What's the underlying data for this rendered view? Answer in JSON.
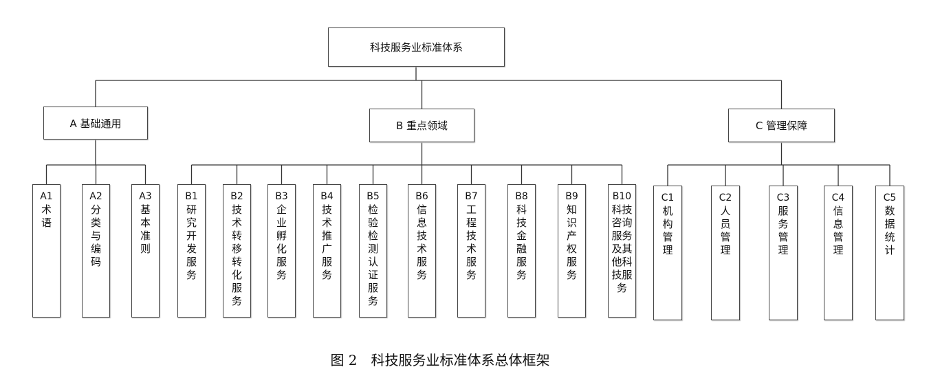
{
  "root": "科技服务业标准体系",
  "groups": [
    {
      "label": "A 基础通用",
      "children": [
        {
          "code": "A1",
          "text": "术语"
        },
        {
          "code": "A2",
          "text": "分类与编码"
        },
        {
          "code": "A3",
          "text": "基本准则"
        }
      ]
    },
    {
      "label": "B 重点领域",
      "children": [
        {
          "code": "B1",
          "text": "研究开发服务"
        },
        {
          "code": "B2",
          "text": "技术转移转化服务"
        },
        {
          "code": "B3",
          "text": "企业孵化服务"
        },
        {
          "code": "B4",
          "text": "技术推广服务"
        },
        {
          "code": "B5",
          "text": "检验检测认证服务"
        },
        {
          "code": "B6",
          "text": "信息技术服务"
        },
        {
          "code": "B7",
          "text": "工程技术服务"
        },
        {
          "code": "B8",
          "text": "科技金融服务"
        },
        {
          "code": "B9",
          "text": "知识产权服务"
        },
        {
          "code": "B10",
          "text": "科技咨询服务及其他科技服务"
        }
      ]
    },
    {
      "label": "C 管理保障",
      "children": [
        {
          "code": "C1",
          "text": "机构管理"
        },
        {
          "code": "C2",
          "text": "人员管理"
        },
        {
          "code": "C3",
          "text": "服务管理"
        },
        {
          "code": "C4",
          "text": "信息管理"
        },
        {
          "code": "C5",
          "text": "数据统计"
        }
      ]
    }
  ],
  "caption": "图 2　科技服务业标准体系总体框架"
}
